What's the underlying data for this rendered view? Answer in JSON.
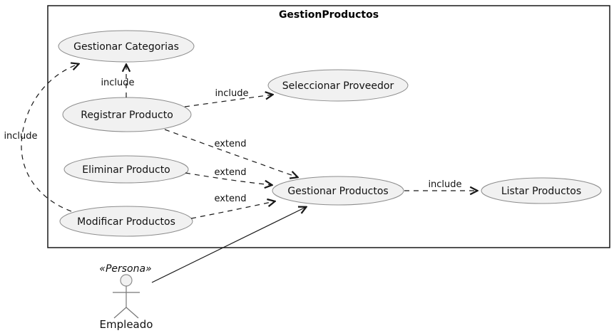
{
  "title": "GestionProductos",
  "usecases": {
    "gestionar_categorias": "Gestionar Categorias",
    "seleccionar_proveedor": "Seleccionar Proveedor",
    "registrar_producto": "Registrar Producto",
    "eliminar_producto": "Eliminar Producto",
    "gestionar_productos": "Gestionar Productos",
    "listar_productos": "Listar Productos",
    "modificar_productos": "Modificar Productos"
  },
  "edges": {
    "registrar_to_categorias": "include",
    "registrar_to_proveedor": "include",
    "registrar_to_gestionar": "extend",
    "eliminar_to_gestionar": "extend",
    "modificar_to_gestionar": "extend",
    "modificar_to_categorias": "include",
    "gestionar_to_listar": "include"
  },
  "actor": {
    "stereotype": "«Persona»",
    "name": "Empleado"
  },
  "colors": {
    "background": "#ffffff",
    "boundary_border": "#181818",
    "ellipse_fill": "#f1f1f1",
    "ellipse_border": "#8c8c8c",
    "edge_line": "#181818",
    "actor_line": "#777777",
    "text": "#111111"
  }
}
